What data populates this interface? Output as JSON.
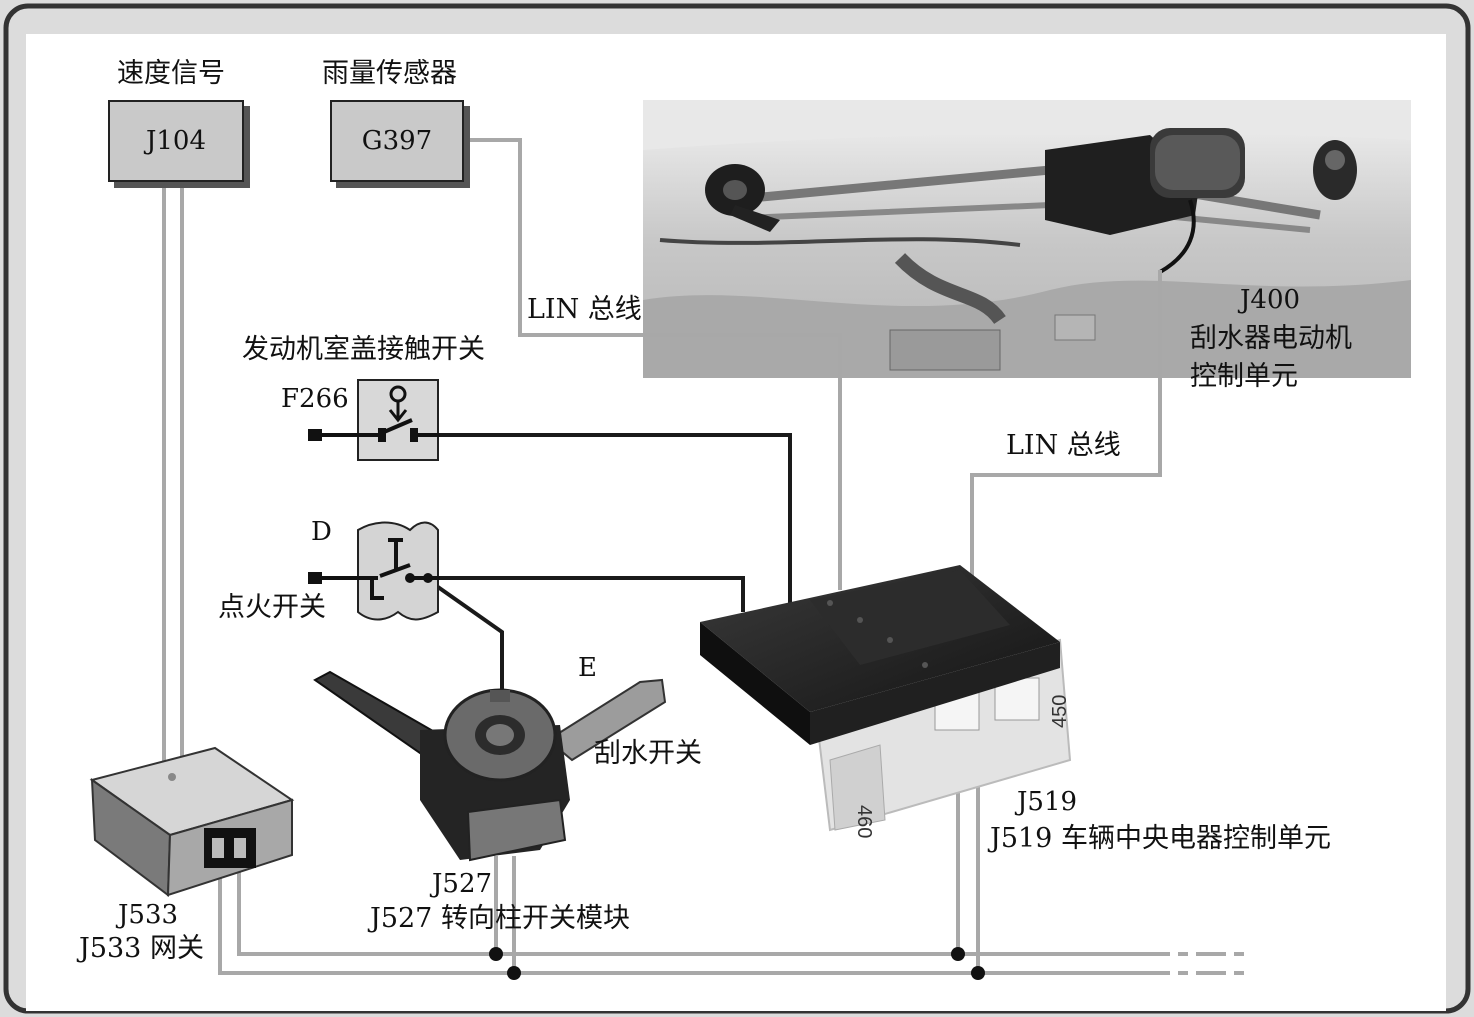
{
  "sources": {
    "speed": {
      "title": "速度信号",
      "code": "J104"
    },
    "rain": {
      "title": "雨量传感器",
      "code": "G397"
    }
  },
  "bus_labels": {
    "upper": "LIN 总线",
    "lower": "LIN 总线"
  },
  "wiper_motor": {
    "code": "J400",
    "name_line1": "刮水器电动机",
    "name_line2": "控制单元"
  },
  "hood_switch": {
    "title": "发动机室盖接触开关",
    "code": "F266"
  },
  "ignition_switch": {
    "code": "D",
    "name": "点火开关"
  },
  "wiper_switch": {
    "code": "E",
    "name": "刮水开关"
  },
  "steering_module": {
    "code": "J527",
    "name": "J527 转向柱开关模块"
  },
  "central_unit": {
    "code": "J519",
    "name": "J519 车辆中央电器控制单元"
  },
  "gateway": {
    "code": "J533",
    "name": "J533 网关"
  },
  "relay_labels": {
    "left": "460",
    "right": "450"
  },
  "colors": {
    "wire_gray": "#a8a8a8",
    "wire_dark": "#1a1a1a",
    "panel": "#ffffff",
    "frame": "#333333"
  }
}
